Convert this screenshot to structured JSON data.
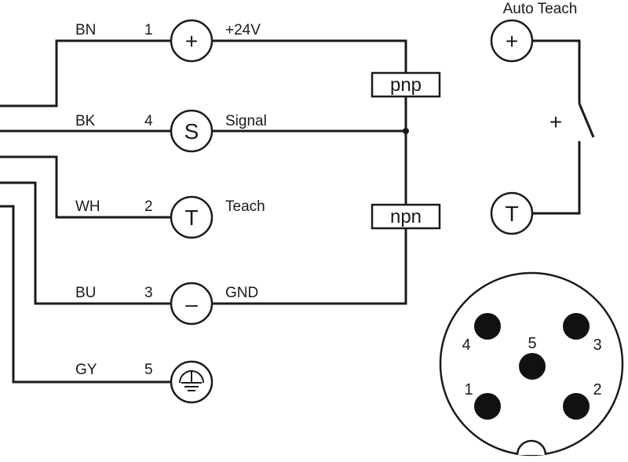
{
  "wiring": [
    {
      "color_code": "BN",
      "pin": "1",
      "symbol": "+",
      "function": "+24V"
    },
    {
      "color_code": "BK",
      "pin": "4",
      "symbol": "S",
      "function": "Signal"
    },
    {
      "color_code": "WH",
      "pin": "2",
      "symbol": "T",
      "function": "Teach"
    },
    {
      "color_code": "BU",
      "pin": "3",
      "symbol": "–",
      "function": "GND"
    },
    {
      "color_code": "GY",
      "pin": "5",
      "symbol": "earth",
      "function": ""
    }
  ],
  "output_boxes": {
    "pnp": "pnp",
    "npn": "npn"
  },
  "auto_teach": {
    "title": "Auto Teach",
    "top_symbol": "+",
    "bottom_symbol": "T",
    "switch_symbol": "+"
  },
  "connector_pins": [
    "1",
    "2",
    "3",
    "4",
    "5"
  ]
}
